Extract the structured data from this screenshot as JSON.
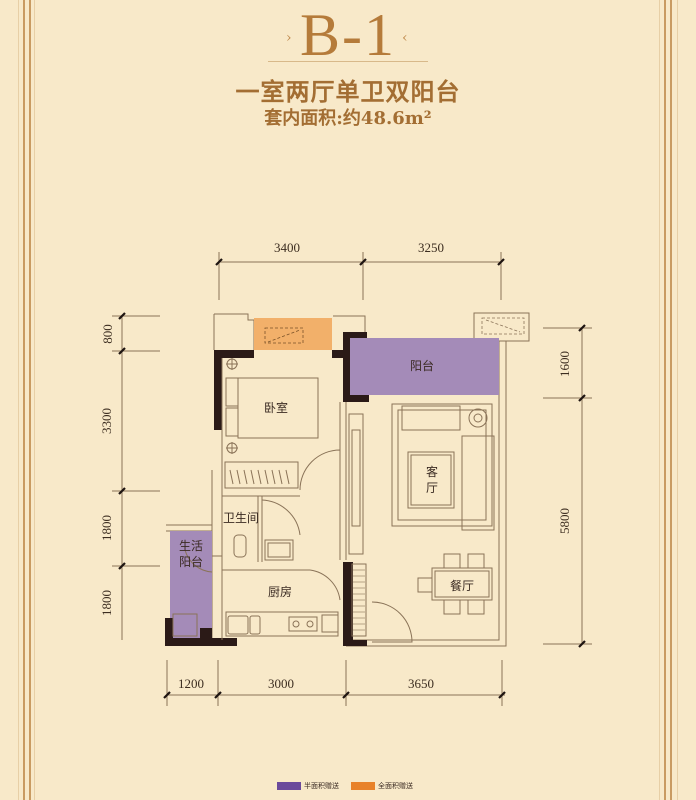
{
  "header": {
    "unit_code": "B-1",
    "layout_desc": "一室两厅单卫双阳台",
    "area_text": "套内面积:约48.6m²"
  },
  "dimensions": {
    "top": [
      "3400",
      "3250"
    ],
    "bottom": [
      "1200",
      "3000",
      "3650"
    ],
    "left": [
      "800",
      "3300",
      "1800",
      "1800"
    ],
    "right": [
      "1600",
      "5800"
    ]
  },
  "rooms": {
    "balcony": "阳台",
    "bedroom": "卧室",
    "living_room": [
      "客",
      "厅"
    ],
    "bathroom": "卫生间",
    "utility_balcony": [
      "生活",
      "阳台"
    ],
    "kitchen": "厨房",
    "dining_room": "餐厅"
  },
  "legend": [
    {
      "label": "半面积赠送",
      "color": "#6b4a9b"
    },
    {
      "label": "全面积赠送",
      "color": "#e8822a"
    }
  ],
  "colors": {
    "background": "#f8e9c9",
    "title": "#b57b3a",
    "half_area": "#a48bb8",
    "full_area": "#f2b06a",
    "wall": "#2b1a17",
    "line": "#8a7358"
  }
}
